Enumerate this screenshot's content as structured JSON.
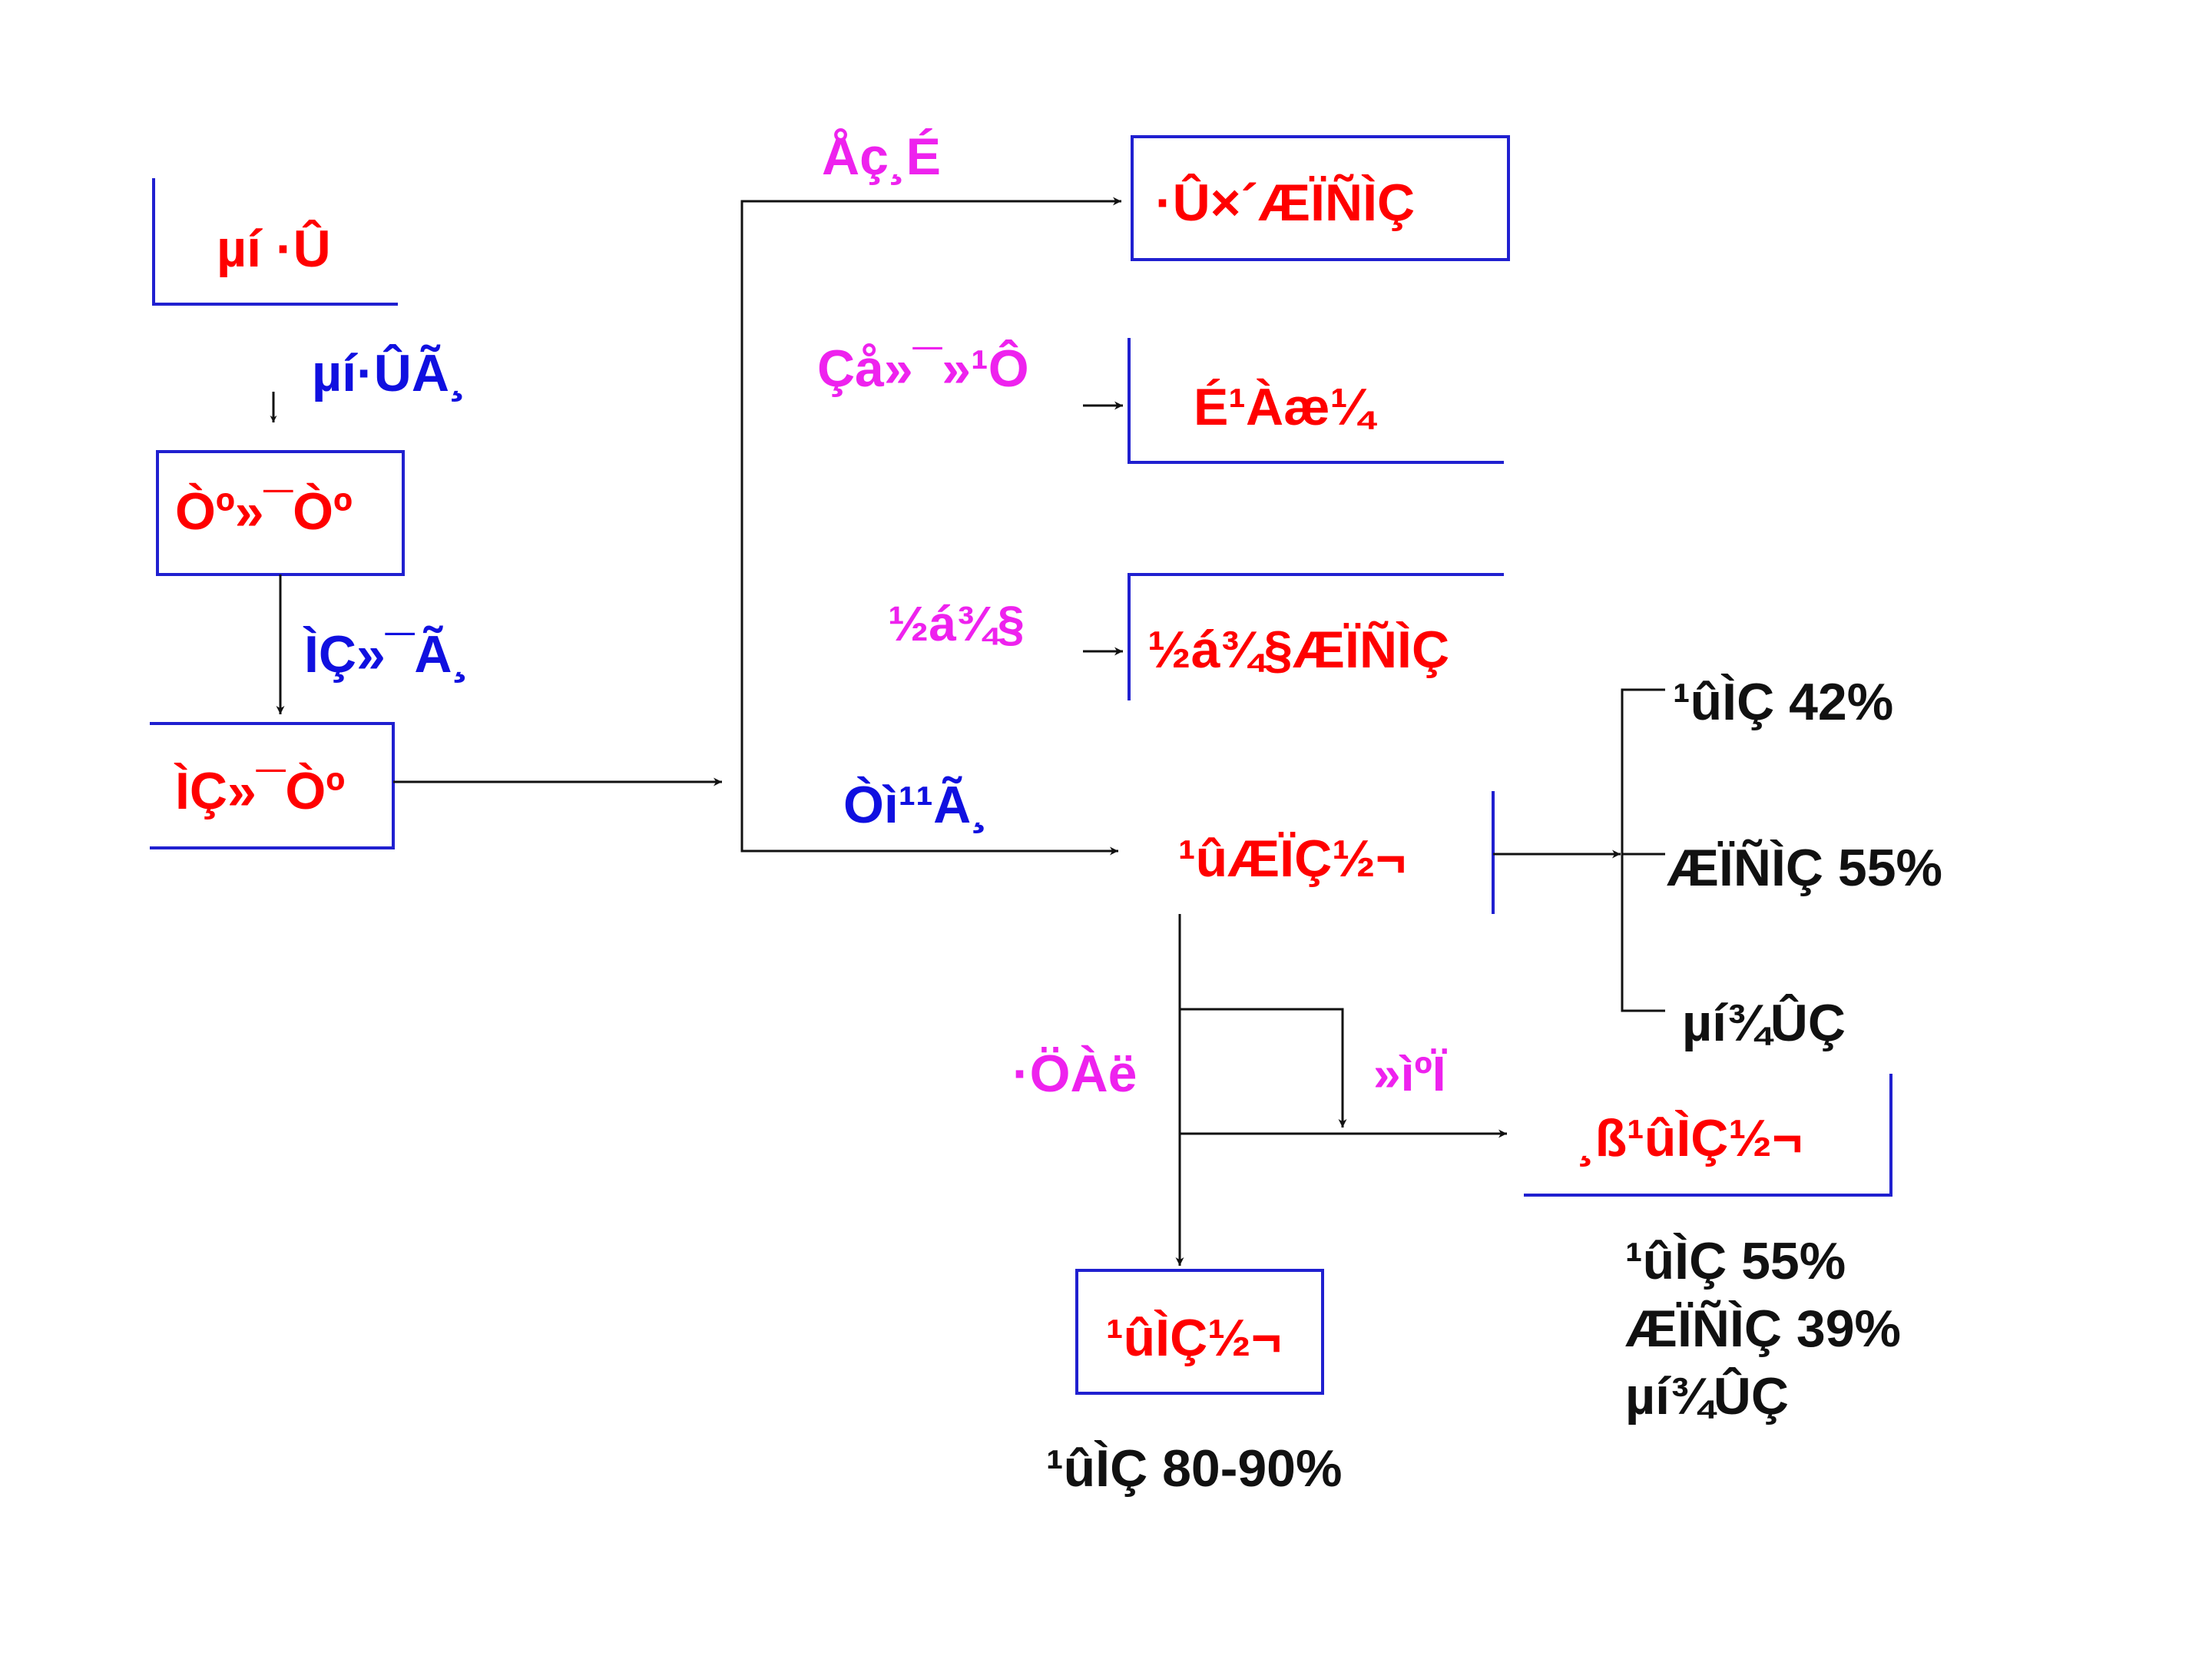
{
  "nodes": {
    "root": "µí ·Û",
    "node2": "Òº»¯Òº",
    "node3": "ÌÇ»¯Òº",
    "out_top": "·Û×´ÆÏÑÌÇ",
    "out_mid1": "É¹Àæ¼",
    "out_mid2": "½á¾§ÆÏÑÌÇ",
    "mix": "¹ûÆÏÇ½¬",
    "final_bottom": "¹ûÌÇ½¬",
    "final_right": "¸ß¹ûÌÇ½¬"
  },
  "edges": {
    "e_root_node2": "µí·ÛÃ¸",
    "e_node2_node3": "ÌÇ»¯Ã¸",
    "e_top": "Åç¸É",
    "e_mid1": "Çå»¯»¹Ô­",
    "e_mid2": "½á¾§",
    "e_mix": "Òì¹¹Ã¸",
    "e_separate": "·ÖÀë",
    "e_recycle": "»ìºÏ"
  },
  "compositions": {
    "mix": [
      "¹ûÌÇ 42%",
      "ÆÏÑÌÇ 55%",
      "µí¾ÛÇ"
    ],
    "final_right": [
      "¹ûÌÇ 55%",
      "ÆÏÑÌÇ 39%",
      "µí¾ÛÇ"
    ],
    "final_bottom": "¹ûÌÇ 80-90%"
  },
  "colors": {
    "box_border": "#2020d0",
    "node_text": "#ff0000",
    "enzyme_text": "#1010e0",
    "process_text": "#ee22ee",
    "arrow": "#111111",
    "composition_text": "#111111"
  }
}
